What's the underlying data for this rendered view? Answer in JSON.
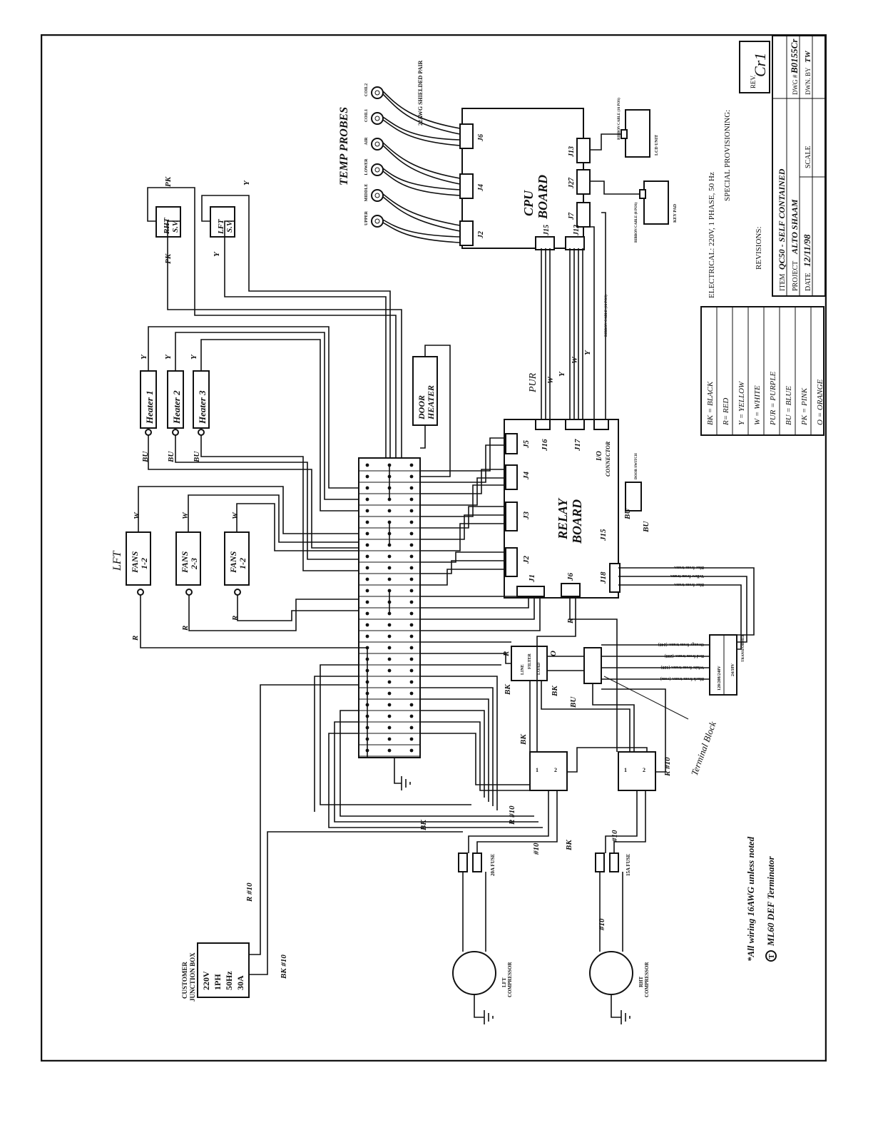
{
  "title_block": {
    "rev_label": "REV.",
    "rev_value": "Cr1",
    "item_label": "ITEM",
    "item_value": "QC50 - SELF CONTAINED",
    "project_label": "PROJECT",
    "project_value": "ALTO SHAAM",
    "date_label": "DATE",
    "date_value": "12/11/98",
    "scale_label": "SCALE",
    "dwg_label": "DWG #",
    "dwg_value": "B0155Cr",
    "dwn_label": "DWN. BY",
    "dwn_value": "TW"
  },
  "notes": {
    "electrical": "ELECTRICAL:  220V, 1 PHASE, 50 Hz",
    "special": "SPECIAL PROVISIONING:",
    "revisions": "REVISIONS:",
    "wiring_note": "*All wiring 16AWG unless noted",
    "terminator_symbol": "T",
    "terminator_note": "ML60 DEF Terminator"
  },
  "color_legend": [
    "BK = BLACK",
    "R= RED",
    "Y = YELLOW",
    "W = WHITE",
    "PUR = PURPLE",
    "BU = BLUE",
    "PK = PINK",
    "O = ORANGE"
  ],
  "components": {
    "temp_probes": "TEMP PROBES",
    "probe_cable": "22AWG SHIELDED PAIR",
    "probes": [
      "COIL2",
      "COIL1",
      "AIR",
      "LOWER",
      "MIDDLE",
      "UPPER"
    ],
    "cpu_board": [
      "CPU",
      "BOARD"
    ],
    "cpu_jacks": [
      "J6",
      "J4",
      "J2",
      "J13",
      "J27",
      "J7",
      "J15",
      "J12"
    ],
    "lcd_unit": "LCD UNIT",
    "key_pad": "KEY PAD",
    "ribbon_lcd": "RIBBON CABLE (16 POS)",
    "ribbon_key": "RIBBON CABLE (8 POS)",
    "ribbon_io": "RIBBON CABLE (16 POS)",
    "rht_sv": [
      "RHT",
      "S.V."
    ],
    "lft_sv": [
      "LFT",
      "S.V."
    ],
    "heaters": [
      "Heater 1",
      "Heater 2",
      "Heater 3"
    ],
    "door_heater": [
      "DOOR",
      "HEATER"
    ],
    "fans": [
      [
        "FANS",
        "1-2"
      ],
      [
        "FANS",
        "2-3"
      ],
      [
        "FANS",
        "1-2"
      ]
    ],
    "fans_group_label": "LFT",
    "relay_board": [
      "RELAY",
      "BOARD"
    ],
    "relay_jacks": [
      "J5",
      "J16",
      "J17",
      "J4",
      "J3",
      "J2",
      "J1",
      "J6",
      "J15",
      "J18"
    ],
    "io_connector": [
      "I/O",
      "CONNECTOR"
    ],
    "door_switch": "DOOR SWITCH",
    "filter_labels": [
      "LINE",
      "FILTER",
      "LOAD"
    ],
    "terminal_block": "Terminal Block",
    "transformer_label": "TRANSFORMER",
    "transformer_primary": "120/208/240V",
    "transformer_secondary": "24/18V",
    "trans_leads": [
      "Orange from trans. (240)",
      "Red from trans. (208)",
      "White from trans. (120)",
      "Black from trans. (com)"
    ],
    "trans_secondary_leads": [
      "Blue from trans.",
      "Yellow from trans.",
      "Blue from trans."
    ],
    "junction_box": [
      "CUSTOMER",
      "JUNCTION BOX"
    ],
    "junction_specs": [
      "220V",
      "1PH",
      "50Hz",
      "30A"
    ],
    "fuse_left": "20A FUSE",
    "fuse_right": "15A FUSE",
    "compressor_left": [
      "LFT",
      "COMPRESSOR"
    ],
    "compressor_right": [
      "RHT",
      "COMPRESSOR"
    ]
  },
  "wire_labels": {
    "pk": "PK",
    "y": "Y",
    "bu": "BU",
    "w": "W",
    "r": "R",
    "bk": "BK",
    "pur": "PUR",
    "o": "O",
    "r10": "R  #10",
    "bk10": "BK  #10",
    "n10": "#10"
  }
}
